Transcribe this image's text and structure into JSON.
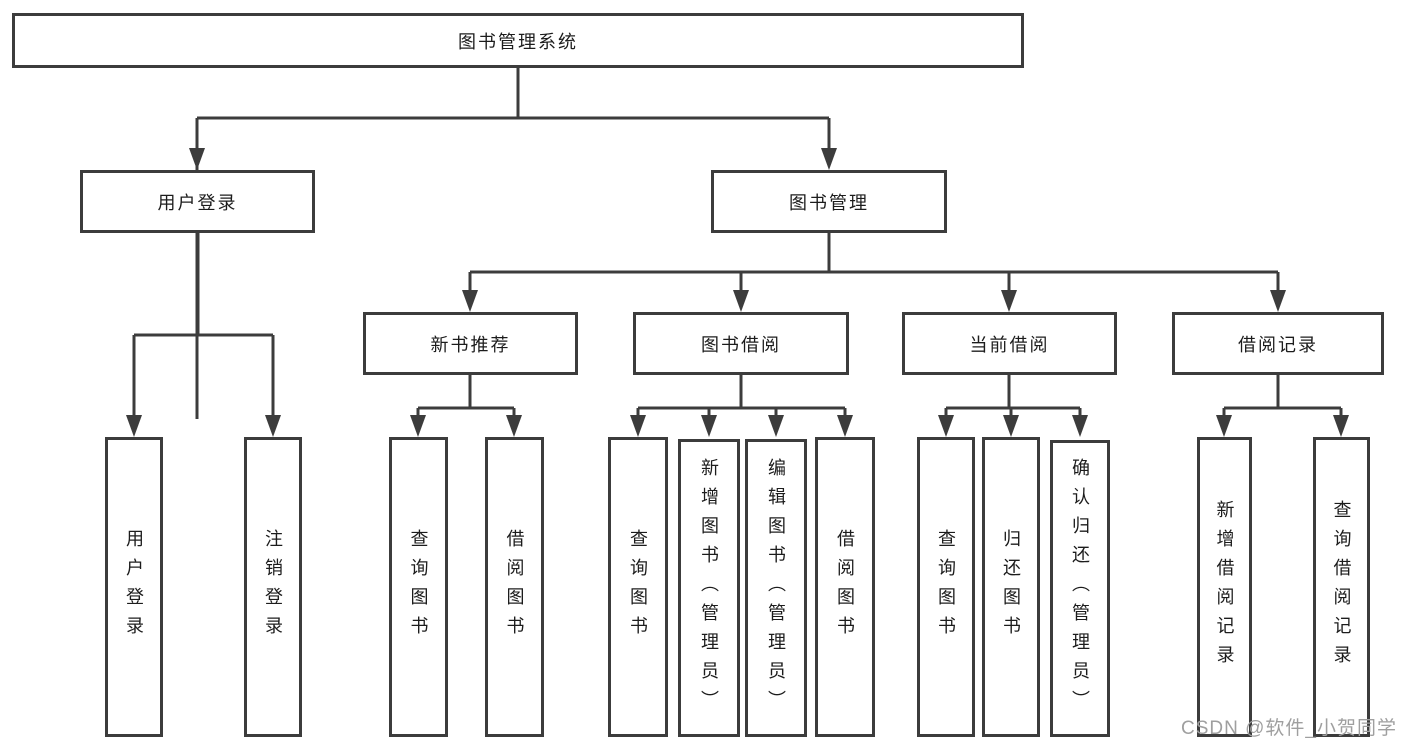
{
  "diagram": {
    "colors": {
      "line": "#3c3c3c",
      "box_border": "#3c3c3c",
      "text": "#1c1c1c",
      "watermark": "#9f9f9f",
      "background": "#ffffff"
    },
    "watermark": "CSDN @软件_小贺同学",
    "nodes": {
      "root": {
        "label": "图书管理系统"
      },
      "user_login": {
        "label": "用户登录"
      },
      "book_mgmt": {
        "label": "图书管理"
      },
      "user_login_leaf": {
        "label": "用户登录"
      },
      "logout_leaf": {
        "label": "注销登录"
      },
      "new_book_rec": {
        "label": "新书推荐"
      },
      "book_borrow": {
        "label": "图书借阅"
      },
      "current_borrow": {
        "label": "当前借阅"
      },
      "borrow_records": {
        "label": "借阅记录"
      },
      "nbr_query": {
        "label": "查询图书"
      },
      "nbr_borrow": {
        "label": "借阅图书"
      },
      "bb_query": {
        "label": "查询图书"
      },
      "bb_add": {
        "label": "新增图书（管理员）"
      },
      "bb_edit": {
        "label": "编辑图书（管理员）"
      },
      "bb_borrow": {
        "label": "借阅图书"
      },
      "cb_query": {
        "label": "查询图书"
      },
      "cb_return": {
        "label": "归还图书"
      },
      "cb_confirm": {
        "label": "确认归还（管理员）"
      },
      "br_add": {
        "label": "新增借阅记录"
      },
      "br_query": {
        "label": "查询借阅记录"
      }
    }
  }
}
